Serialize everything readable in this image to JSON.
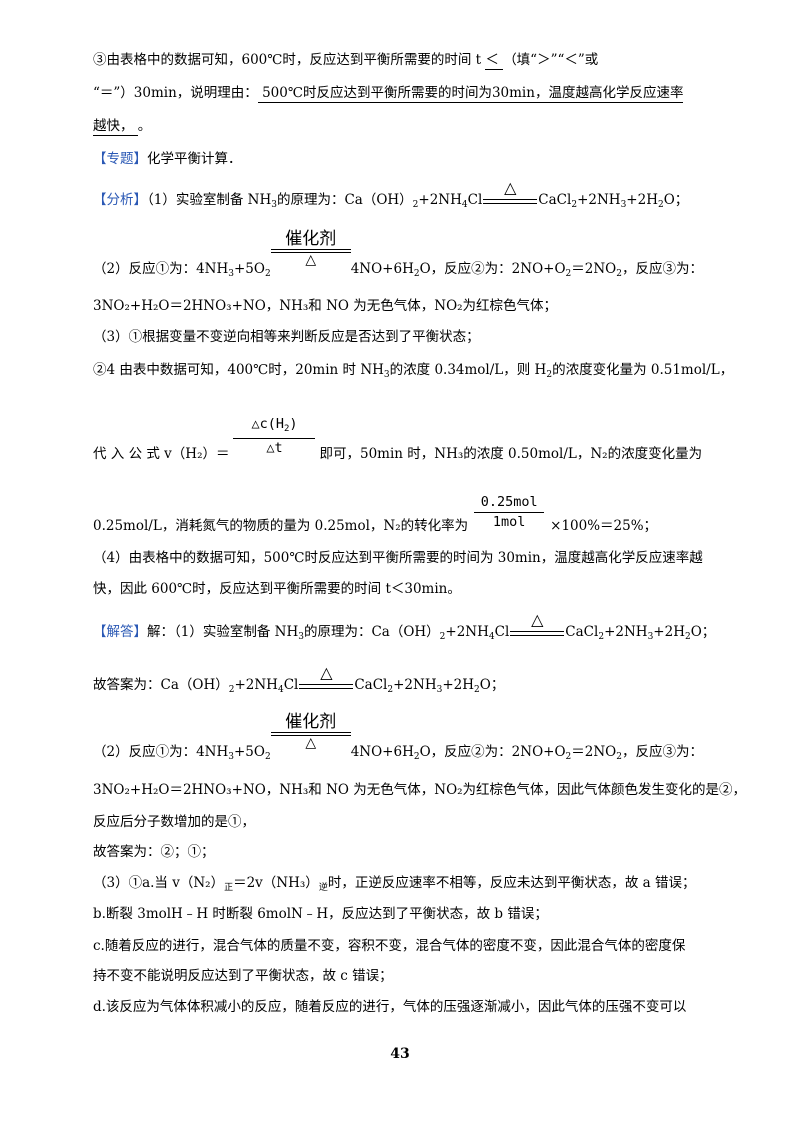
{
  "p1": {
    "a": "③由表格中的数据可知，600℃时，反应达到平衡所需要的时间 t ",
    "blank": "  ＜  ",
    "b": "（填“＞”“＜”或",
    "c": "“＝”）30min，说明理由：",
    "reason1": "  500℃时反应达到平衡所需要的时间为30min，温度越高化学反应速率",
    "reason2": "越快，   ",
    "d": " 。"
  },
  "topic": {
    "tag": "【专题】",
    "text": "化学平衡计算．"
  },
  "analysis": {
    "tag": "【分析】",
    "l1a": "（1）实验室制备 NH",
    "l1b": "的原理为：Ca（OH）",
    "l1c": "+2NH",
    "l1d": "Cl",
    "l1e": "CaCl",
    "l1f": "+2NH",
    "l1g": "+2H",
    "l1h": "O；",
    "l2a": "（2）反应①为：4NH",
    "l2b": "+5O",
    "l2c": "4NO+6H",
    "l2d": "O，反应②为：2NO+O",
    "l2e": "＝2NO",
    "l2f": "，反应③为：",
    "l3": "3NO₂+H₂O＝2HNO₃+NO，NH₃和 NO 为无色气体，NO₂为红棕色气体；",
    "l4": "（3）①根据变量不变逆向相等来判断反应是否达到了平衡状态；",
    "l5a": "②4 由表中数据可知，400℃时，20min 时 NH",
    "l5b": "的浓度 0.34mol/L，则 H",
    "l5c": "的浓度变化量为 0.51mol/L，",
    "l6a": "代 入 公 式 v（H₂）＝",
    "l6b": "即可，50min 时，NH₃的浓度 0.50mol/L，N₂的浓度变化量为",
    "l7a": "0.25mol/L，消耗氮气的物质的量为 0.25mol，N₂的转化率为",
    "l7b": "×100%＝25%；",
    "l8": "（4）由表格中的数据可知，500℃时反应达到平衡所需要的时间为 30min，温度越高化学反应速率越",
    "l9": "快，因此 600℃时，反应达到平衡所需要的时间 t＜30min。"
  },
  "answer": {
    "tag": "【解答】",
    "l1a": "解：（1）实验室制备 NH",
    "l1b": "的原理为：Ca（OH）",
    "l2": "故答案为：Ca（OH）",
    "l3a": "（2）反应①为：4NH",
    "l4": "3NO₂+H₂O＝2HNO₃+NO，NH₃和 NO 为无色气体，NO₂为红棕色气体，因此气体颜色发生变化的是②，",
    "l5": "反应后分子数增加的是①，",
    "l6": "故答案为：②；①；",
    "l7a": "（3）①a.当 v（N₂）",
    "l7b": "＝2v（NH₃）",
    "l7c": "时，正逆反应速率不相等，反应未达到平衡状态，故 a 错误；",
    "l8": "b.断裂 3molH﹣H 时断裂 6molN﹣H，反应达到了平衡状态，故 b 错误；",
    "l9": "c.随着反应的进行，混合气体的质量不变，容积不变，混合气体的密度不变，因此混合气体的密度保",
    "l10": "持不变不能说明反应达到了平衡状态，故 c 错误；",
    "l11": "d.该反应为气体体积减小的反应，随着反应的进行，气体的压强逐渐减小，因此气体的压强不变可以"
  },
  "symbols": {
    "delta": "△",
    "catalyst": "催化剂",
    "sub2": "2",
    "sub3": "3",
    "sub4": "4",
    "zheng": "正",
    "ni": "逆",
    "dc": "△c(H",
    "dc_close": ")",
    "dt": "△t",
    "frac_num": "0.25mol",
    "frac_den": "1mol"
  },
  "page_number": "43"
}
